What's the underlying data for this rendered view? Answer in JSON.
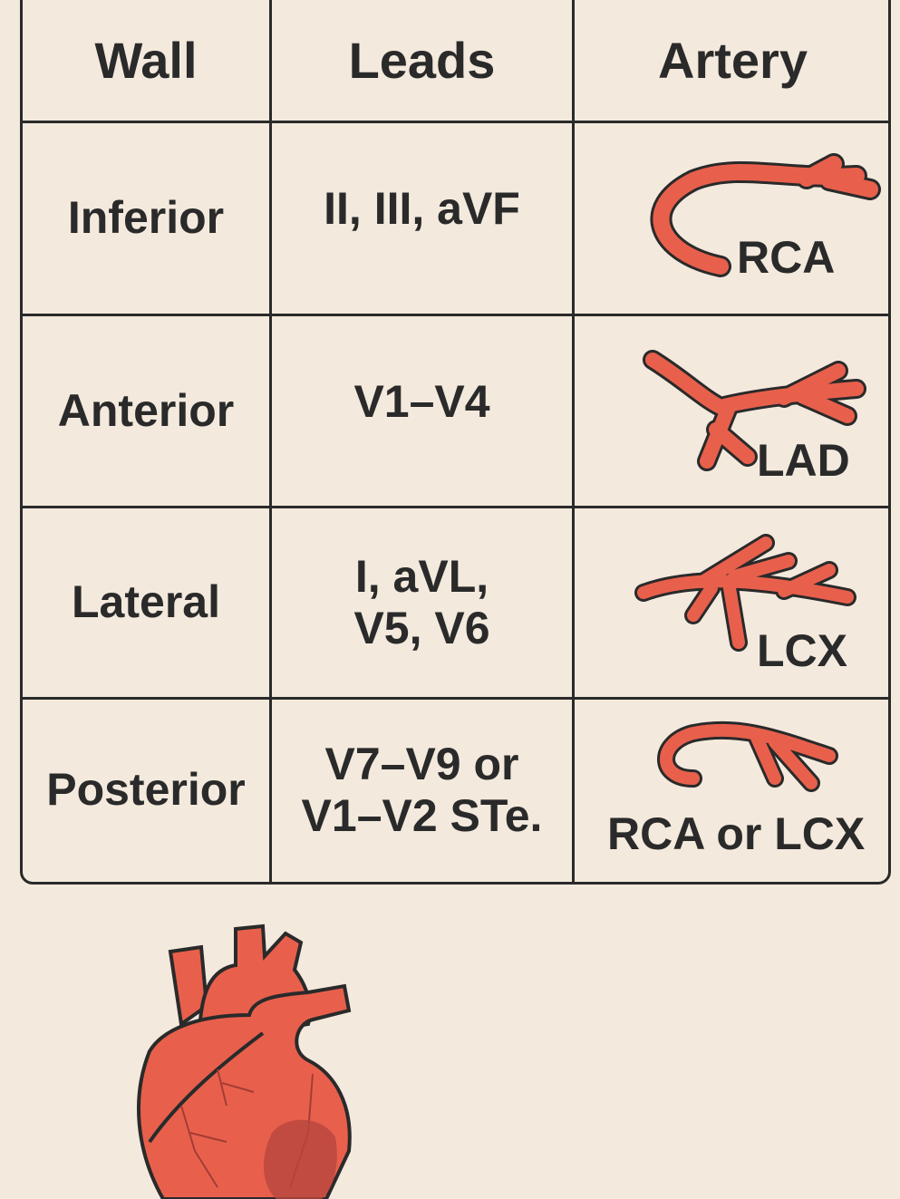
{
  "table": {
    "headers": [
      "Wall",
      "Leads",
      "Artery"
    ],
    "rows": [
      {
        "wall": "Inferior",
        "leads": "II, III, aVF",
        "artery": "RCA",
        "icon": "rca-artery-icon"
      },
      {
        "wall": "Anterior",
        "leads": "V1–V4",
        "artery": "LAD",
        "icon": "lad-artery-icon"
      },
      {
        "wall": "Lateral",
        "leads_line1": "I, aVL,",
        "leads_line2": "V5, V6",
        "artery": "LCX",
        "icon": "lcx-artery-icon"
      },
      {
        "wall": "Posterior",
        "leads_line1": "V7–V9 or",
        "leads_line2": "V1–V2 STe.",
        "artery": "RCA or LCX",
        "icon": "rca-lcx-artery-icon"
      }
    ]
  },
  "colors": {
    "background": "#f3e9dd",
    "artery": "#e8604c",
    "outline": "#2a2a2a",
    "infarct": "#b8463e"
  }
}
